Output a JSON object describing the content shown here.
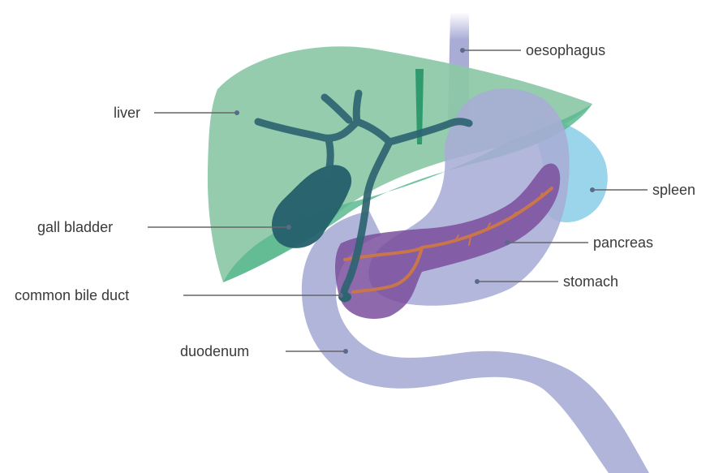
{
  "labels": {
    "oesophagus": "oesophagus",
    "liver": "liver",
    "spleen": "spleen",
    "gall_bladder": "gall bladder",
    "pancreas": "pancreas",
    "stomach": "stomach",
    "common_bile_duct": "common bile duct",
    "duodenum": "duodenum"
  },
  "colors": {
    "liver": "#8cc8a6",
    "liver_dark": "#5cb891",
    "stomach": "#a9add6",
    "spleen": "#8fd0ea",
    "pancreas": "#7a4f9c",
    "bile_duct": "#2c6470",
    "gall_bladder": "#245f6c",
    "pancreatic_duct": "#c9764a"
  }
}
